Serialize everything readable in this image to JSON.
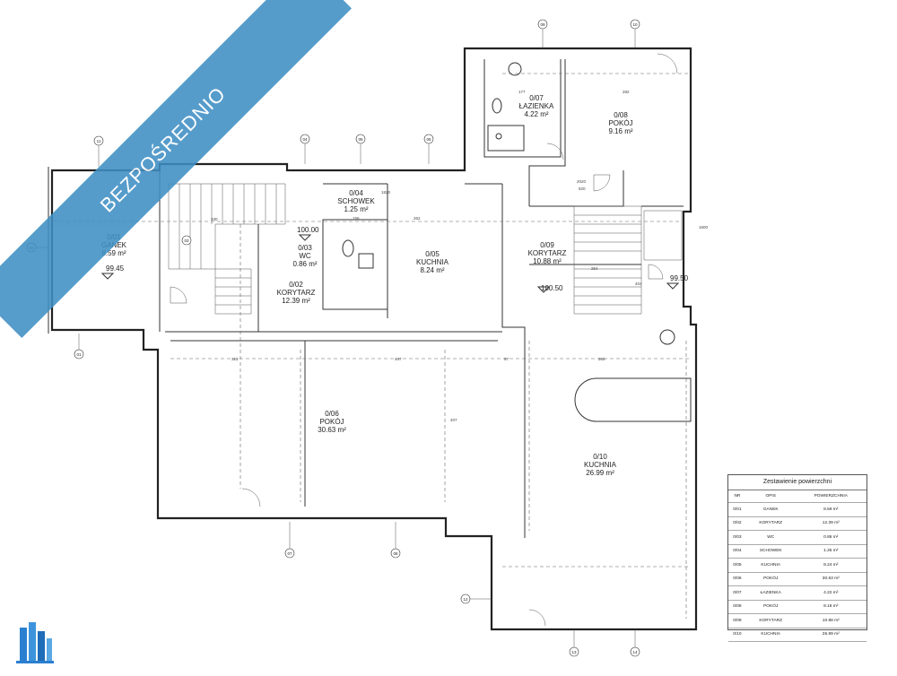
{
  "banner": {
    "line1": "BEZPOŚREDNIO",
    "line2": ""
  },
  "rooms": [
    {
      "id": "0/01",
      "name": "GANEK",
      "area": "8.59 m²"
    },
    {
      "id": "0/02",
      "name": "KORYTARZ",
      "area": "12.39 m²"
    },
    {
      "id": "0/03",
      "name": "WC",
      "area": "0.86 m²"
    },
    {
      "id": "0/04",
      "name": "SCHOWEK",
      "area": "1.25 m²"
    },
    {
      "id": "0/05",
      "name": "KUCHNIA",
      "area": "8.24 m²"
    },
    {
      "id": "0/06",
      "name": "POKÓJ",
      "area": "30.63 m²"
    },
    {
      "id": "0/07",
      "name": "ŁAZIENKA",
      "area": "4.22 m²"
    },
    {
      "id": "0/08",
      "name": "POKÓJ",
      "area": "9.16 m²"
    },
    {
      "id": "0/09",
      "name": "KORYTARZ",
      "area": "10.88 m²"
    },
    {
      "id": "0/10",
      "name": "KUCHNIA",
      "area": "26.99 m²"
    }
  ],
  "levels": [
    "100.00",
    "99.45",
    "100.50",
    "99.50"
  ],
  "axis_markers": [
    "01",
    "02",
    "03",
    "04",
    "05",
    "06",
    "07",
    "08",
    "09",
    "10",
    "11",
    "12",
    "13",
    "14"
  ],
  "dimensions": [
    "177",
    "282",
    "313",
    "330",
    "447",
    "395",
    "57",
    "404",
    "407",
    "156",
    "262",
    "254",
    "2020",
    "1820",
    "1600",
    "820"
  ],
  "legend": {
    "title": "Zestawienie powierzchni",
    "headers": [
      "NR",
      "OPIS",
      "POWIERZCHNIA"
    ],
    "rows": [
      [
        "0/01",
        "GANEK",
        "8.59 m²"
      ],
      [
        "0/02",
        "KORYTARZ",
        "12.39 m²"
      ],
      [
        "0/03",
        "WC",
        "0.86 m²"
      ],
      [
        "0/04",
        "SCHOWEK",
        "1.25 m²"
      ],
      [
        "0/05",
        "KUCHNIA",
        "8.24 m²"
      ],
      [
        "0/06",
        "POKÓJ",
        "30.63 m²"
      ],
      [
        "0/07",
        "ŁAZIENKA",
        "4.22 m²"
      ],
      [
        "0/08",
        "POKÓJ",
        "9.16 m²"
      ],
      [
        "0/09",
        "KORYTARZ",
        "10.88 m²"
      ],
      [
        "0/10",
        "KUCHNIA",
        "26.99 m²"
      ]
    ]
  }
}
